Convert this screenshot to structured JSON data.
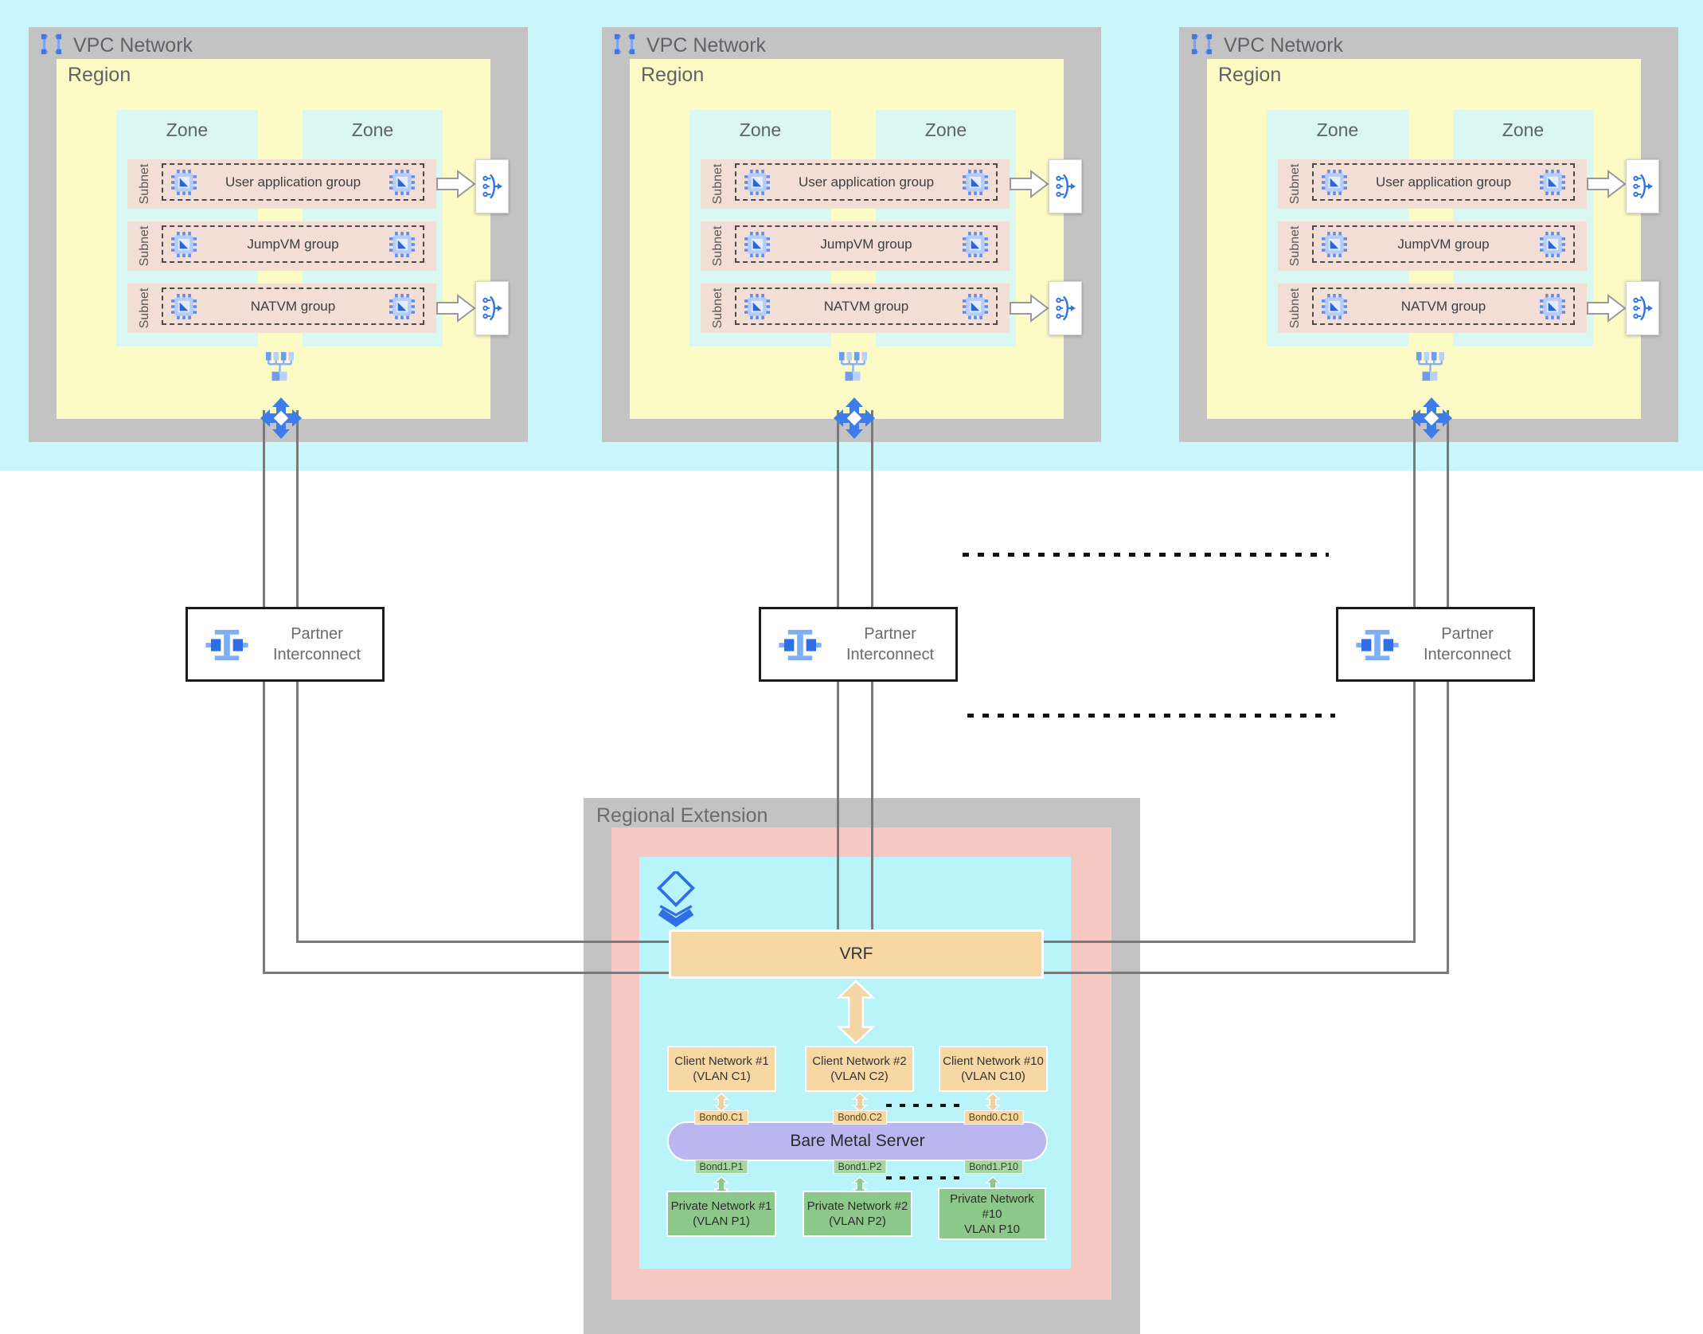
{
  "colors": {
    "band_cyan": "#c9f6fb",
    "zone_cyan": "#daf7f1",
    "region_yellow": "#fcfbc6",
    "container_gray": "#c3c3c3",
    "subnet_pink": "#f3ded6",
    "extension_pink": "#f6c9c5",
    "extension_cyan": "#b9f4fa",
    "tan_box": "#f7d8a4",
    "purple_server": "#b9b6f0",
    "green_box": "#8dc88b",
    "icon_blue": "#2e6fe6",
    "line_gray": "#7a7a7a"
  },
  "icons": {
    "vpc_network": "vpc-brackets-icon",
    "compute": "compute-engine-chip-icon",
    "load_balancer": "network-load-balancer-icon",
    "switch": "network-switch-icon",
    "four_way": "move-arrows-icon",
    "interconnect": "partner-interconnect-icon",
    "bare_metal": "layered-stack-icon"
  },
  "vpc": {
    "title": "VPC Network",
    "region": "Region",
    "zone": "Zone",
    "subnet": "Subnet",
    "groups": [
      "User application group",
      "JumpVM group",
      "NATVM group"
    ]
  },
  "pi": {
    "line1": "Partner",
    "line2": "Interconnect"
  },
  "regional": {
    "title": "Regional Extension",
    "vrf": "VRF",
    "bare_metal": "Bare Metal Server",
    "client_networks": [
      {
        "l1": "Client Network #1",
        "l2": "(VLAN C1)"
      },
      {
        "l1": "Client Network #2",
        "l2": "(VLAN C2)"
      },
      {
        "l1": "Client Network #10",
        "l2": "(VLAN C10)"
      }
    ],
    "bond0": [
      "Bond0.C1",
      "Bond0.C2",
      "Bond0.C10"
    ],
    "bond1": [
      "Bond1.P1",
      "Bond1.P2",
      "Bond1.P10"
    ],
    "private_networks": [
      {
        "l1": "Private Network #1",
        "l2": "(VLAN P1)"
      },
      {
        "l1": "Private Network #2",
        "l2": "(VLAN P2)"
      },
      {
        "l1": "Private Network",
        "l2": "#10",
        "l3": "VLAN P10"
      }
    ]
  }
}
